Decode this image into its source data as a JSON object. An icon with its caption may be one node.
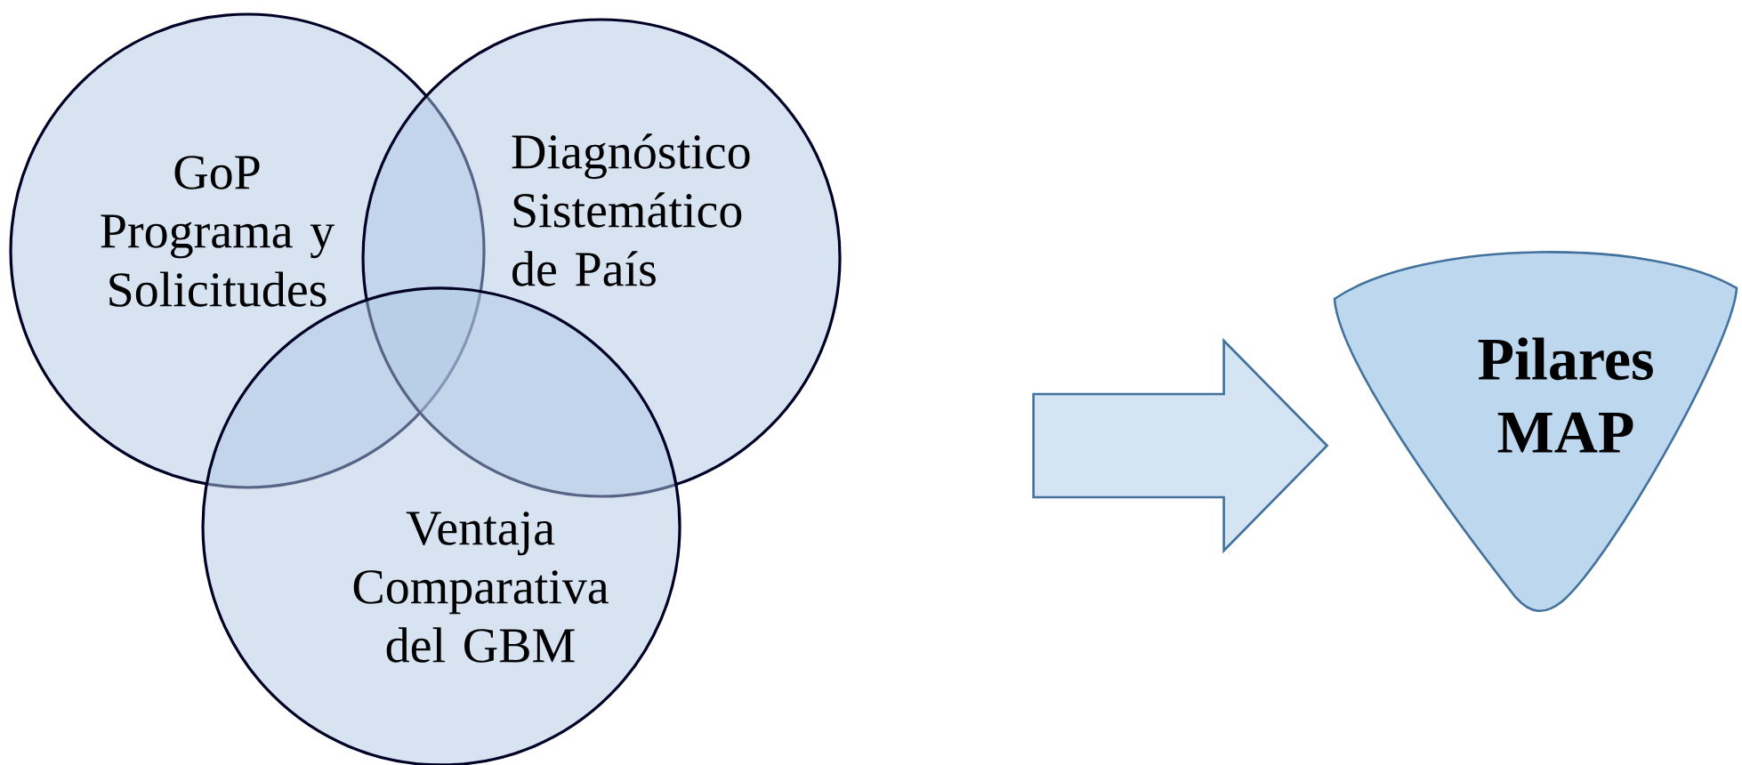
{
  "diagram": {
    "nodes": [
      {
        "text": [
          "GoP Programa y Solicitudes"
        ]
      },
      {
        "text": [
          "Diagnóstico Sistemático de País"
        ]
      },
      {
        "text": [
          "Ventaja Comparativa del GBM"
        ]
      },
      {
        "text": [
          "Pilares MAP"
        ]
      }
    ],
    "edges": [
      {
        "from": null,
        "to": 3,
        "arrow": "to"
      }
    ]
  }
}
